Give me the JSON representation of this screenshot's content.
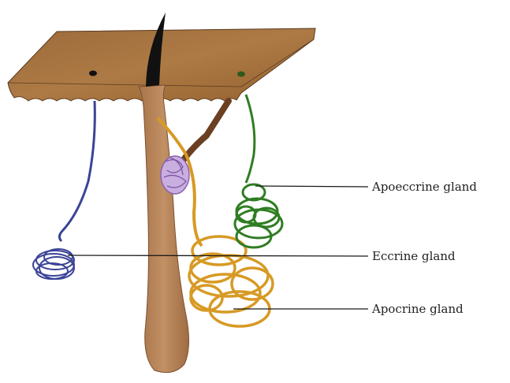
{
  "labels": {
    "apoeccrine": "Apoeccrine gland",
    "eccrine": "Eccrine gland",
    "apocrine": "Apocrine gland"
  },
  "colors": {
    "skin": "#a8743f",
    "skin_light": "#c89a6a",
    "follicle": "#b07c50",
    "hair": "#111111",
    "eccrine": "#3b4496",
    "apocrine": "#d79a24",
    "apoeccrine": "#2f7d22",
    "sebaceous": "#a985c8",
    "dark_duct": "#6b3f22",
    "leader": "#1a1a1a"
  }
}
